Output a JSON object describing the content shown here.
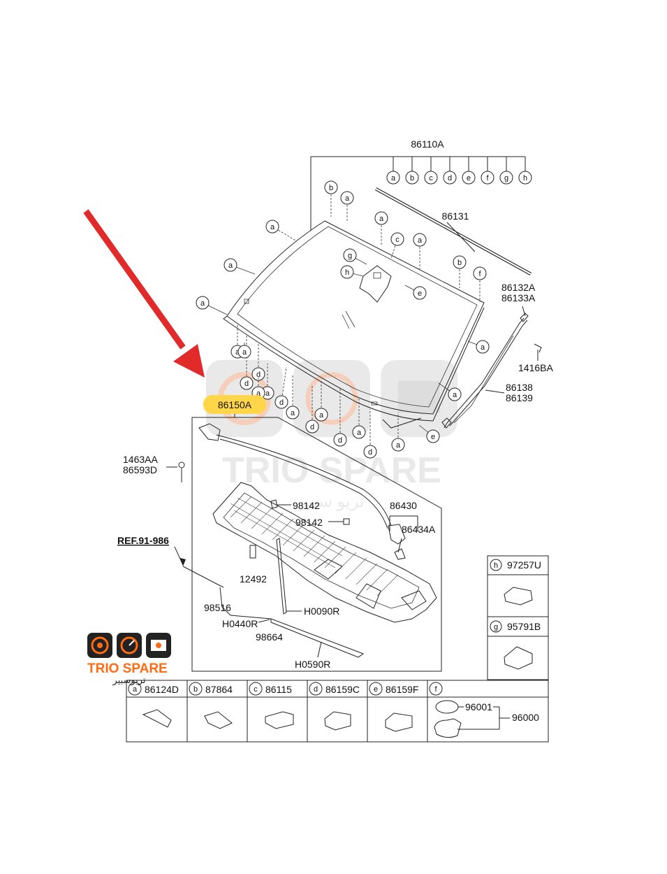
{
  "colors": {
    "arrow": "#e12b2b",
    "highlight": "#ffd54a",
    "watermark": "#e8e8e8",
    "watermark_text": "#f3d0bf",
    "logo_orange": "#ff6a13",
    "logo_dark": "#222222"
  },
  "main_part": {
    "number": "86110A",
    "callouts": [
      "a",
      "b",
      "c",
      "d",
      "e",
      "f",
      "g",
      "h"
    ]
  },
  "highlighted_part": "86150A",
  "labels": {
    "p86131": "86131",
    "p86132A": "86132A",
    "p86133A": "86133A",
    "p1416BA": "1416BA",
    "p86138": "86138",
    "p86139": "86139",
    "p1463AA": "1463AA",
    "p86593D": "86593D",
    "p98142a": "98142",
    "p98142b": "98142",
    "p86430": "86430",
    "p86434A": "86434A",
    "ref": "REF.91-986",
    "p12492": "12492",
    "p98516": "98516",
    "pH0440R": "H0440R",
    "pH0090R": "H0090R",
    "p98664": "98664",
    "pH0590R": "H0590R"
  },
  "windshield_callouts": [
    {
      "letter": "b"
    },
    {
      "letter": "a"
    },
    {
      "letter": "a"
    },
    {
      "letter": "a"
    },
    {
      "letter": "c"
    },
    {
      "letter": "a"
    },
    {
      "letter": "a"
    },
    {
      "letter": "b"
    },
    {
      "letter": "f"
    },
    {
      "letter": "g"
    },
    {
      "letter": "h"
    },
    {
      "letter": "e"
    },
    {
      "letter": "a"
    },
    {
      "letter": "a"
    },
    {
      "letter": "a"
    },
    {
      "letter": "d"
    },
    {
      "letter": "d"
    },
    {
      "letter": "a"
    },
    {
      "letter": "d"
    },
    {
      "letter": "a"
    },
    {
      "letter": "d"
    },
    {
      "letter": "a"
    },
    {
      "letter": "d"
    },
    {
      "letter": "a"
    },
    {
      "letter": "d"
    },
    {
      "letter": "a"
    },
    {
      "letter": "e"
    },
    {
      "letter": "a"
    },
    {
      "letter": "a"
    },
    {
      "letter": "a"
    }
  ],
  "side_legend": [
    {
      "letter": "h",
      "part": "97257U"
    },
    {
      "letter": "g",
      "part": "95791B"
    }
  ],
  "bottom_legend": [
    {
      "letter": "a",
      "part": "86124D"
    },
    {
      "letter": "b",
      "part": "87864"
    },
    {
      "letter": "c",
      "part": "86115"
    },
    {
      "letter": "d",
      "part": "86159C"
    },
    {
      "letter": "e",
      "part": "86159F"
    },
    {
      "letter": "f",
      "part": "",
      "sub": [
        "96001",
        "96000"
      ]
    }
  ],
  "watermark": {
    "brand": "TRIO SPARE",
    "arabic": "تريو سبير"
  },
  "logo": {
    "brand": "TRIO SPARE",
    "arabic": "تريوسبير"
  }
}
